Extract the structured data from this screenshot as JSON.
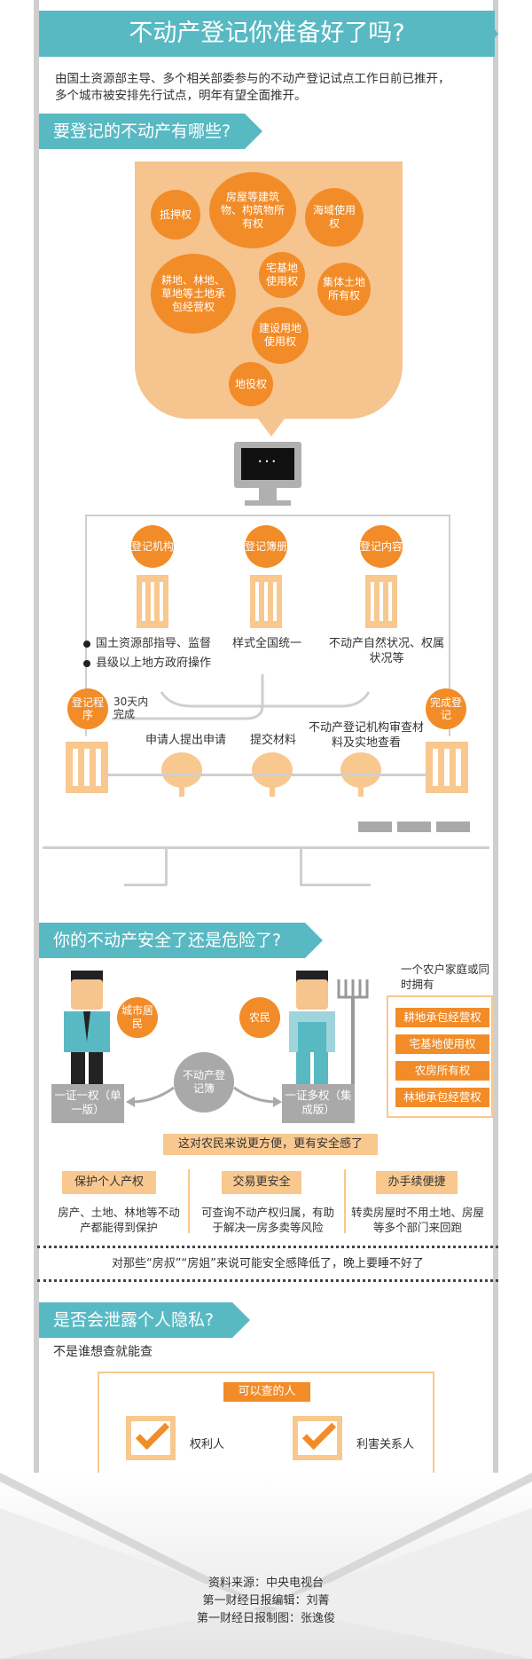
{
  "title": "不动产登记你准备好了吗?",
  "intro": [
    "由国土资源部主导、多个相关部委参与的不动产登记试点工作日前已推开，",
    "多个城市被安排先行试点，明年有望全面推开。"
  ],
  "section1": {
    "heading": "要登记的不动产有哪些?",
    "bubbles": [
      "抵押权",
      "房屋等建筑物、构筑物所有权",
      "海域使用权",
      "宅基地使用权",
      "耕地、林地、草地等土地承包经营权",
      "集体土地所有权",
      "建设用地使用权",
      "地役权"
    ],
    "monitor_text": "···"
  },
  "registry": {
    "labels": [
      "登记机构",
      "登记簿册",
      "登记内容"
    ],
    "items": [
      {
        "text": "国土资源部指导、监督"
      },
      {
        "text": "县级以上地方政府操作"
      }
    ],
    "uniform": "样式全国统一",
    "content": "不动产自然状况、权属状况等",
    "process_label": "登记程序",
    "done_label": "完成登记",
    "days": "30天内完成",
    "steps": [
      "申请人提出申请",
      "提交材料",
      "不动产登记机构审查材料及实地查看"
    ]
  },
  "section2": {
    "heading": "你的不动产安全了还是危险了?",
    "city": "城市居民",
    "farmer": "农民",
    "book": "不动产登记簿",
    "one_cert": "一证一权（单一版）",
    "multi_cert": "一证多权（集成版）",
    "household": "一个农户家庭或同时拥有",
    "rights": [
      "耕地承包经营权",
      "宅基地使用权",
      "农房所有权",
      "林地承包经营权"
    ],
    "note": "这对农民来说更方便，更有安全感了",
    "benefits": [
      {
        "label": "保护个人产权",
        "desc": "房产、土地、林地等不动产都能得到保护"
      },
      {
        "label": "交易更安全",
        "desc": "可查询不动产权归属，有助于解决一房多卖等风险"
      },
      {
        "label": "办手续便捷",
        "desc": "转卖房屋时不用土地、房屋等多个部门来回跑"
      }
    ],
    "warning": "对那些“房叔”“房姐”来说可能安全感降低了，晚上要睡不好了"
  },
  "section3": {
    "heading": "是否会泄露个人隐私?",
    "subtitle": "不是谁想查就能查",
    "box_title": "可以查的人",
    "people": [
      "权利人",
      "利害关系人"
    ]
  },
  "footer": [
    "资料来源：中央电视台",
    "第一财经日报编辑：刘菁",
    "第一财经日报制图：张逸俊"
  ],
  "colors": {
    "teal": "#58b9c3",
    "orange": "#f28c28",
    "peach": "#f8c88f",
    "grey": "#a9a9a9"
  }
}
